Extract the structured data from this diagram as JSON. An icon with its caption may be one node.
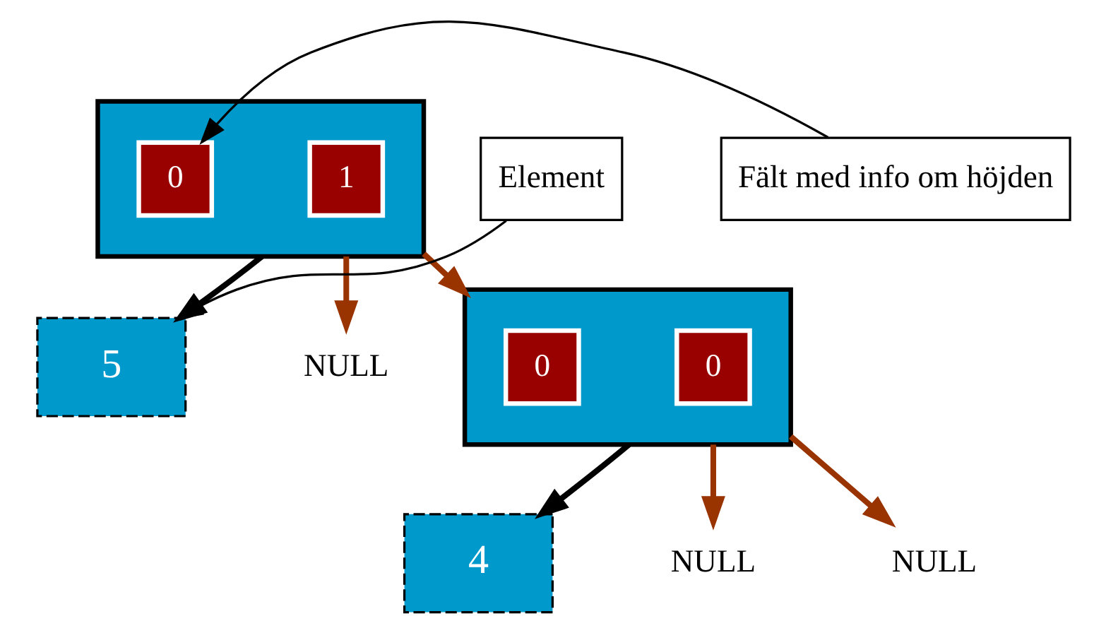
{
  "diagram": {
    "nodes": [
      {
        "text": [],
        "shape": "box"
      },
      {
        "text": [
          "1"
        ],
        "in": 0
      },
      {
        "text": [
          "0"
        ],
        "in": 0
      },
      {
        "text": [
          "5"
        ]
      },
      {
        "text": [
          "NULL"
        ]
      },
      {
        "text": [],
        "shape": "box"
      },
      {
        "text": [
          "0"
        ],
        "in": 5
      },
      {
        "text": [
          "0"
        ],
        "in": 5
      },
      {
        "text": [
          "4"
        ]
      },
      {
        "text": [
          "NULL"
        ]
      },
      {
        "text": [
          "NULL"
        ]
      },
      {
        "text": [
          "Fält med info om höjden"
        ]
      },
      {
        "text": [
          "Element"
        ]
      }
    ],
    "edges": [
      {
        "from": 0,
        "to": 3,
        "arrow": "to"
      },
      {
        "from": 0,
        "to": 5,
        "arrow": "to",
        "color": "#993300"
      },
      {
        "from": 0,
        "to": 4,
        "arrow": "to",
        "color": "#993300"
      },
      {
        "from": 11,
        "to": 2,
        "arrow": "to"
      },
      {
        "from": 12,
        "to": 3,
        "arrow": "to"
      },
      {
        "from": 5,
        "to": 8,
        "arrow": "to"
      },
      {
        "from": 5,
        "to": 9,
        "arrow": "to",
        "color": "#993300"
      },
      {
        "from": 5,
        "to": 10,
        "arrow": "to",
        "color": "#993300"
      }
    ]
  }
}
